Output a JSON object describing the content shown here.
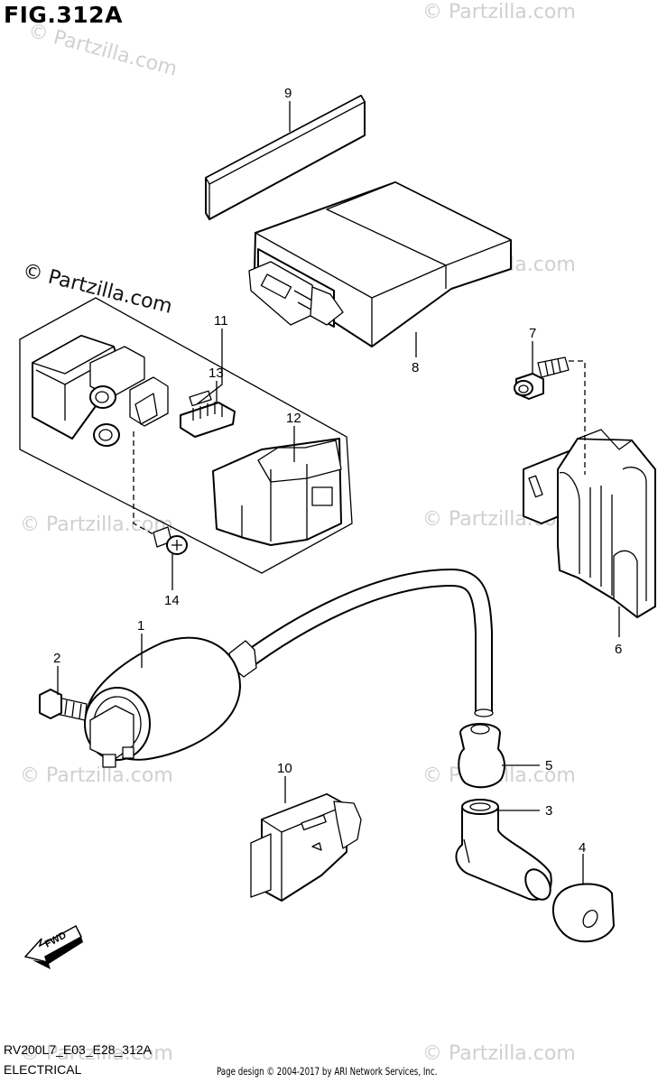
{
  "figure": {
    "title": "FIG.312A",
    "model_code": "RV200L7_E03_E28_312A",
    "section_name": "ELECTRICAL",
    "credit": "Page design © 2004-2017 by ARI Network Services, Inc."
  },
  "watermark": {
    "text": "© Partzilla.com"
  },
  "callouts": [
    {
      "number": "1",
      "part": "ignition coil"
    },
    {
      "number": "2",
      "part": "bolt"
    },
    {
      "number": "3",
      "part": "spark plug cap"
    },
    {
      "number": "4",
      "part": "cap"
    },
    {
      "number": "5",
      "part": "grommet"
    },
    {
      "number": "6",
      "part": "regulator rectifier"
    },
    {
      "number": "7",
      "part": "bolt"
    },
    {
      "number": "8",
      "part": "ECM unit"
    },
    {
      "number": "9",
      "part": "pad"
    },
    {
      "number": "10",
      "part": "connector"
    },
    {
      "number": "11",
      "part": "starter relay assembly"
    },
    {
      "number": "12",
      "part": "relay cover"
    },
    {
      "number": "13",
      "part": "fuse"
    },
    {
      "number": "14",
      "part": "screw"
    }
  ],
  "fwd_label": "FWD"
}
